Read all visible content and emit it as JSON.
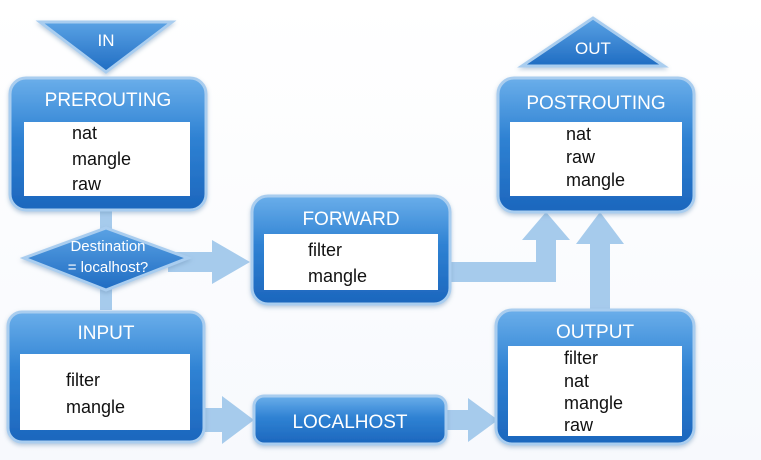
{
  "entry": {
    "label": "IN"
  },
  "exit": {
    "label": "OUT"
  },
  "decision": {
    "line1": "Destination",
    "line2": "= localhost?"
  },
  "chains": {
    "prerouting": {
      "title": "PREROUTING",
      "tables": [
        "nat",
        "mangle",
        "raw"
      ]
    },
    "postrouting": {
      "title": "POSTROUTING",
      "tables": [
        "nat",
        "raw",
        "mangle"
      ]
    },
    "forward": {
      "title": "FORWARD",
      "tables": [
        "filter",
        "mangle"
      ]
    },
    "input": {
      "title": "INPUT",
      "tables": [
        "filter",
        "mangle"
      ]
    },
    "output": {
      "title": "OUTPUT",
      "tables": [
        "filter",
        "nat",
        "mangle",
        "raw"
      ]
    }
  },
  "localhost": {
    "label": "LOCALHOST"
  },
  "colors": {
    "box_dark": "#1f73c9",
    "box_light": "#5ea8ea",
    "border": "#a9cdef",
    "arrow": "#a6cbec"
  }
}
